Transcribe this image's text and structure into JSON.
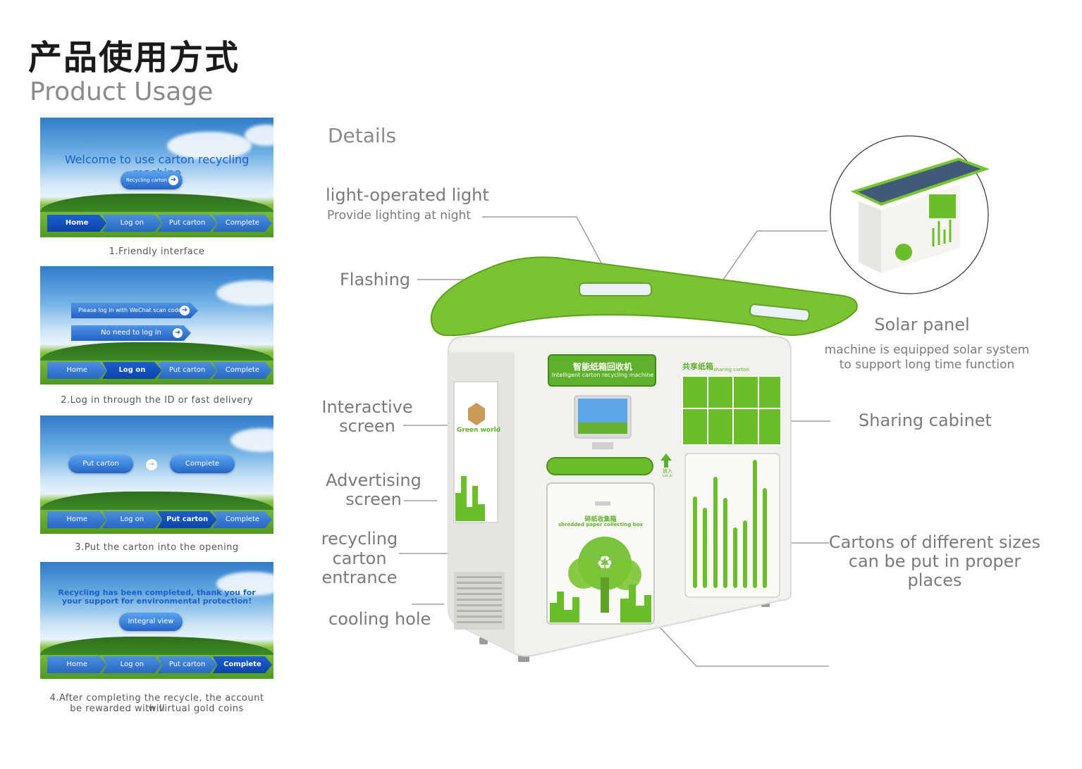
{
  "header": {
    "title_cn": "产品使用方式",
    "title_en": "Product Usage",
    "details": "Details"
  },
  "panels": [
    {
      "welcome": "Welcome to use carton recycling machine",
      "button": "Recycling carton",
      "nav": [
        "Home",
        "Log on",
        "Put carton",
        "Complete"
      ],
      "active": 0,
      "caption": "1.Friendly interface"
    },
    {
      "button_a": "Please log in with WeChat scan code",
      "button_b": "No need to log in",
      "nav": [
        "Home",
        "Log on",
        "Put carton",
        "Complete"
      ],
      "active": 1,
      "caption": "2.Log in through the ID or fast delivery"
    },
    {
      "button_a": "Put carton",
      "button_b": "Complete",
      "nav": [
        "Home",
        "Log on",
        "Put carton",
        "Complete"
      ],
      "active": 2,
      "caption": "3.Put the carton into the opening"
    },
    {
      "message": "Recycling has been completed, thank you for your support for environmental protection!",
      "button": "Integral view",
      "nav": [
        "Home",
        "Log on",
        "Put carton",
        "Complete"
      ],
      "active": 3,
      "caption_1": "4.After completing the recycle, the account will",
      "caption_2": "be rewarded with virtual gold coins"
    }
  ],
  "machine": {
    "sign_cn": "智能纸箱回收机",
    "sign_en": "Intelligent carton recycling machine",
    "cabinet_cn": "共享纸箱",
    "cabinet_en": "sharing carton",
    "box_cn": "碎纸收集箱",
    "box_en": "shredded paper collecting box",
    "ad_text": "Green world",
    "put_in_cn": "放入",
    "put_in_en": "Let in"
  },
  "labels": {
    "light_title": "light-operated light",
    "light_sub": "Provide lighting at night",
    "flashing": "Flashing",
    "interactive_1": "Interactive",
    "interactive_2": "screen",
    "advertising_1": "Advertising",
    "advertising_2": "screen",
    "recycling_1": "recycling",
    "recycling_2": "carton",
    "recycling_3": "entrance",
    "cooling": "cooling hole",
    "solar_title": "Solar panel",
    "solar_sub_1": "machine is equipped solar system",
    "solar_sub_2": "to support long time function",
    "sharing": "Sharing cabinet",
    "cartons_1": "Cartons of different sizes",
    "cartons_2": "can be put in proper places"
  },
  "colors": {
    "machine_green": "#6cbd2a",
    "screen_blue": "#2466c9",
    "label_gray": "#7a7a7a"
  }
}
